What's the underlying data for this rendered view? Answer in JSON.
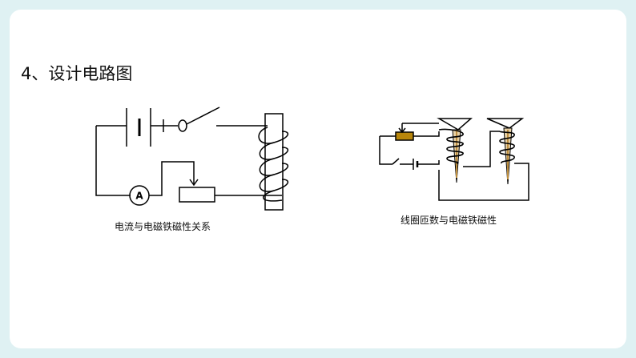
{
  "slide": {
    "title": "4、设计电路图",
    "colors": {
      "background": "#dff1f3",
      "card": "#ffffff",
      "wire": "#000000",
      "coil": "#000000",
      "nail_core": "#caa46a",
      "rheostat_fill": "#b8860b"
    }
  },
  "circuit_left": {
    "caption": "电流与电磁铁磁性关系",
    "ammeter_label": "A",
    "components": [
      "battery",
      "switch",
      "electromagnet",
      "ammeter",
      "rheostat"
    ]
  },
  "circuit_right": {
    "caption": "线圈匝数与电磁铁磁性",
    "components": [
      "rheostat",
      "switch",
      "battery",
      "nail-electromagnet-few-turns",
      "nail-electromagnet-many-turns"
    ]
  }
}
